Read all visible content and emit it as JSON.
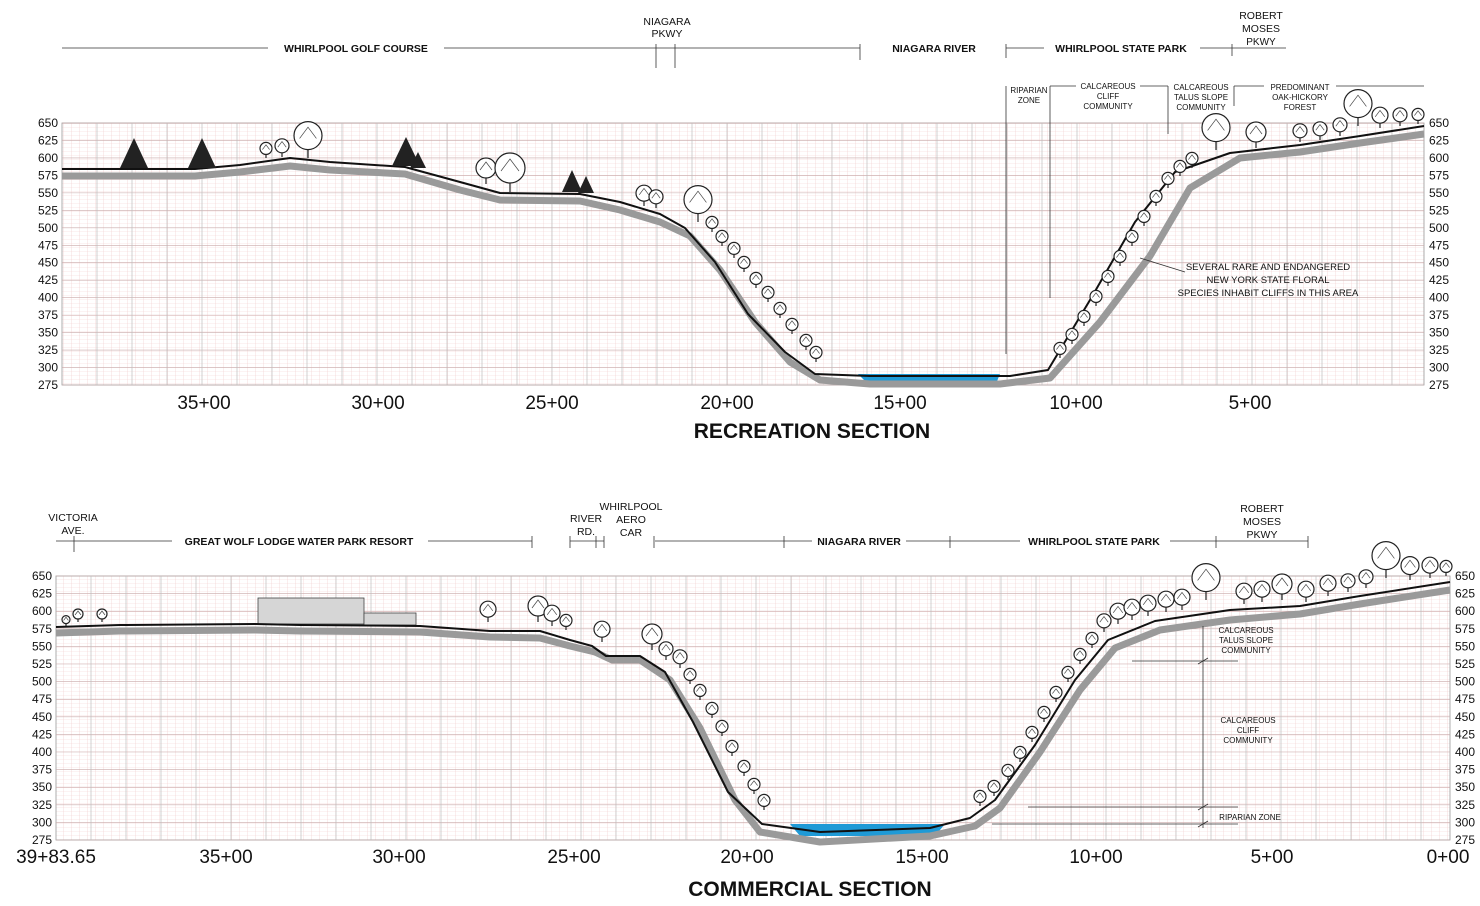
{
  "sections": [
    {
      "id": "recreation",
      "title": "RECREATION SECTION",
      "y_ticks": [
        "650",
        "625",
        "600",
        "575",
        "550",
        "525",
        "500",
        "475",
        "450",
        "425",
        "400",
        "375",
        "350",
        "325",
        "300",
        "275"
      ],
      "x_ticks": [
        "35+00",
        "30+00",
        "25+00",
        "20+00",
        "15+00",
        "10+00",
        "5+00"
      ],
      "zones": [
        {
          "lines": [
            "WHIRLPOOL GOLF COURSE"
          ]
        },
        {
          "lines": [
            "NIAGARA",
            "PKWY"
          ]
        },
        {
          "lines": [
            "NIAGARA RIVER"
          ]
        },
        {
          "lines": [
            "WHIRLPOOL STATE PARK"
          ]
        },
        {
          "lines": [
            "ROBERT",
            "MOSES",
            "PKWY"
          ]
        }
      ],
      "communities": [
        {
          "lines": [
            "RIPARIAN",
            "ZONE"
          ]
        },
        {
          "lines": [
            "CALCAREOUS",
            "CLIFF",
            "COMMUNITY"
          ]
        },
        {
          "lines": [
            "CALCAREOUS",
            "TALUS SLOPE",
            "COMMUNITY"
          ]
        },
        {
          "lines": [
            "PREDOMINANT",
            "OAK-HICKORY",
            "FOREST"
          ]
        }
      ],
      "note": [
        "SEVERAL RARE AND ENDANGERED",
        "NEW YORK STATE FLORAL",
        "SPECIES INHABIT CLIFFS IN THIS AREA"
      ]
    },
    {
      "id": "commercial",
      "title": "COMMERCIAL SECTION",
      "y_ticks": [
        "650",
        "625",
        "600",
        "575",
        "550",
        "525",
        "500",
        "475",
        "450",
        "425",
        "400",
        "375",
        "350",
        "325",
        "300",
        "275"
      ],
      "x_ticks": [
        "39+83.65",
        "35+00",
        "30+00",
        "25+00",
        "20+00",
        "15+00",
        "10+00",
        "5+00",
        "0+00"
      ],
      "zones": [
        {
          "lines": [
            "VICTORIA",
            "AVE."
          ]
        },
        {
          "lines": [
            "GREAT WOLF LODGE WATER PARK RESORT"
          ]
        },
        {
          "lines": [
            "RIVER",
            "RD."
          ]
        },
        {
          "lines": [
            "WHIRLPOOL",
            "AERO",
            "CAR"
          ]
        },
        {
          "lines": [
            "NIAGARA RIVER"
          ]
        },
        {
          "lines": [
            "WHIRLPOOL STATE PARK"
          ]
        },
        {
          "lines": [
            "ROBERT",
            "MOSES",
            "PKWY"
          ]
        }
      ],
      "communities": [
        {
          "lines": [
            "CALCAREOUS",
            "TALUS SLOPE",
            "COMMUNITY"
          ]
        },
        {
          "lines": [
            "CALCAREOUS",
            "CLIFF",
            "COMMUNITY"
          ]
        },
        {
          "lines": [
            "RIPARIAN ZONE"
          ]
        }
      ]
    }
  ],
  "colors": {
    "grid_minor": "#f2c4c4",
    "grid_major": "#b8b8b8",
    "water": "#1f9ad6",
    "ground_shadow": "#9a9a9a",
    "building": "#d6d6d6"
  }
}
